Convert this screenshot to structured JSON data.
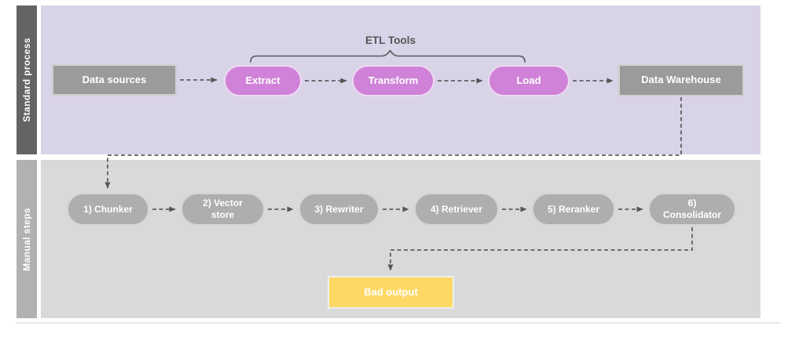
{
  "lanes": [
    {
      "label": "Standard process"
    },
    {
      "label": "Manual steps"
    }
  ],
  "etl_group_label": "ETL Tools",
  "standard": {
    "data_sources": "Data sources",
    "extract": "Extract",
    "transform": "Transform",
    "load": "Load",
    "data_warehouse": "Data Warehouse"
  },
  "manual": {
    "chunker": "1) Chunker",
    "vector_store": "2) Vector store",
    "rewriter": "3) Rewriter",
    "retriever": "4) Retriever",
    "reranker": "5) Reranker",
    "consolidator": "6) Consolidator",
    "bad_output": "Bad output"
  },
  "colors": {
    "standard_lane_bg": "#d9d3e8",
    "manual_lane_bg": "#d9d9d9",
    "standard_lane_label_bg": "#646464",
    "manual_lane_label_bg": "#b1b1b1",
    "etl_pill": "#cf82d8",
    "gray_box": "#9b9b9b",
    "manual_pill": "#aeaeae",
    "bad_output_bg": "#fdd865",
    "connector": "#5f5f5f",
    "text": "#ffffff"
  }
}
